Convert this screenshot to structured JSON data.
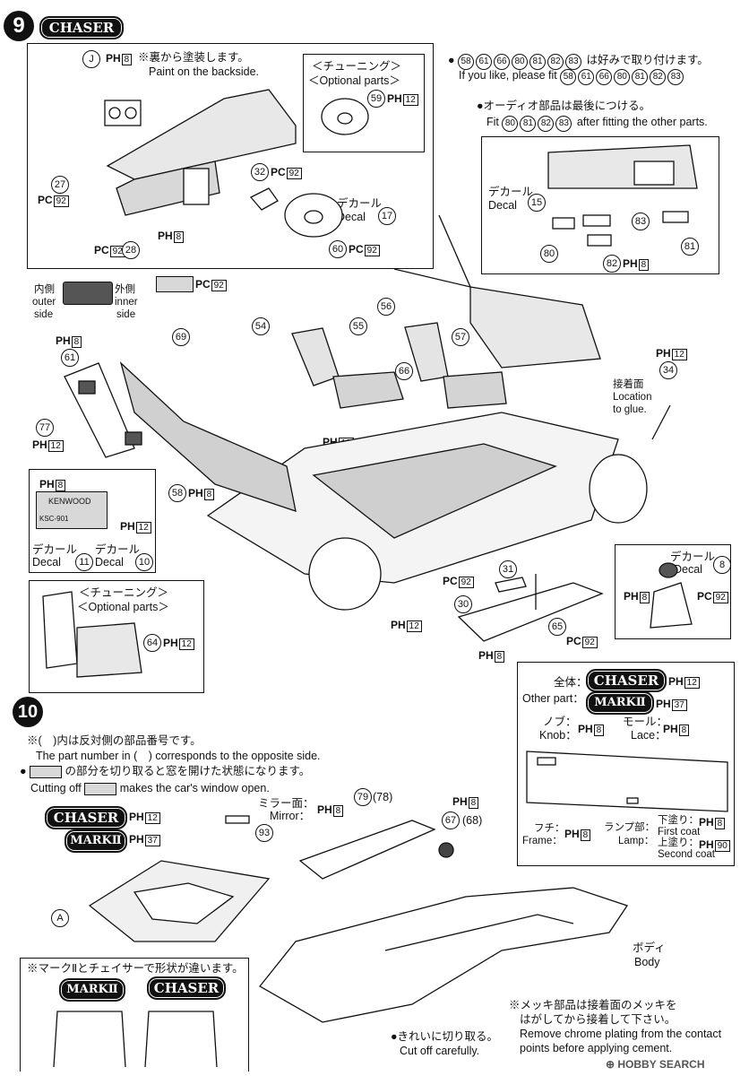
{
  "step9": {
    "number": "9",
    "badge": "CHASER",
    "dash_box": {
      "part_j": "J",
      "j_paint_code": "PH",
      "j_paint_num": "8",
      "note_ja": "※裏から塗装します。",
      "note_en": "Paint on the backside.",
      "part_27": "27",
      "paint_pc": "PC",
      "paint_92": "92",
      "part_28": "28",
      "paint_ph": "PH",
      "paint_8": "8",
      "part_32": "32",
      "part_60": "60",
      "decal_ja": "デカール",
      "decal_en": "Decal",
      "decal_num": "17",
      "optional_ja": "＜チューニング＞",
      "optional_en": "＜Optional parts＞",
      "part_59": "59",
      "paint_12": "12"
    },
    "fit_note": {
      "line1_ja": "は好みで取り付けます。",
      "line1_parts": [
        "58",
        "61",
        "66",
        "80",
        "81",
        "82",
        "83"
      ],
      "line2_en": "If you like, please fit",
      "audio_ja": "●オーディオ部品は最後につける。",
      "audio_en_pre": "Fit",
      "audio_parts": [
        "80",
        "81",
        "82",
        "83"
      ],
      "audio_en_post": "after fitting the other parts."
    },
    "audio_box": {
      "decal_ja": "デカール",
      "decal_en": "Decal",
      "decal_num": "15",
      "part_80": "80",
      "part_81": "81",
      "part_82": "82",
      "part_83": "83",
      "paint_ph": "PH",
      "paint_8": "8"
    },
    "legend": {
      "inside_ja": "内側",
      "outer_en": "outer",
      "side_en": "side",
      "outside_ja": "外側",
      "inner_en": "inner",
      "side2_en": "side",
      "swatch_paint": "PC",
      "swatch_num": "92"
    },
    "seats": {
      "part_54": "54",
      "part_55": "55",
      "part_56": "56",
      "part_57": "57",
      "part_66": "66",
      "part_69": "69",
      "part_61": "61",
      "part_77": "77",
      "part_58": "58",
      "part_34": "34",
      "glue_ja": "接着面",
      "glue_en1": "Location",
      "glue_en2": "to glue."
    },
    "kenwood": {
      "logo": "KENWOOD",
      "model": "KSC-901",
      "decal_ja": "デカール",
      "decal_en": "Decal",
      "decal_left": "11",
      "decal_right": "10"
    },
    "optional_seat": {
      "ja": "＜チューニング＞",
      "en": "＜Optional parts＞",
      "part": "64"
    },
    "console": {
      "part_31": "31",
      "part_30": "30",
      "part_65": "65",
      "decal_ja": "デカール",
      "decal_en": "Decal",
      "decal_num": "8"
    }
  },
  "step10": {
    "number": "10",
    "note1_ja": "※(　)内は反対側の部品番号です。",
    "note1_en": "The part number in (　) corresponds to the opposite side.",
    "note2_ja": "の部分を切り取ると窓を開けた状態になります。",
    "note2_en_pre": "Cutting off",
    "note2_en_post": "makes the car's window open.",
    "badge_chaser": "CHASER",
    "badge_mark": "MARKⅡ",
    "paint_12": "12",
    "paint_37": "37",
    "mirror_ja": "ミラー面：",
    "mirror_en": "Mirror：",
    "part_93": "93",
    "part_79": "79",
    "part_78": "(78)",
    "part_67": "67",
    "part_68": "(68)",
    "part_a": "A",
    "body_ja": "ボディ",
    "body_en": "Body",
    "shape_note": "※マークⅡとチェイサーで形状が違います。",
    "cut_ja": "●きれいに切り取る。",
    "cut_en": "Cut off carefully.",
    "chrome_ja1": "※メッキ部品は接着面のメッキを",
    "chrome_ja2": "はがしてから接着して下さい。",
    "chrome_en1": "Remove chrome plating from the contact",
    "chrome_en2": "points before applying cement.",
    "color_box": {
      "whole_ja": "全体：",
      "other_en": "Other part：",
      "knob_ja": "ノブ：",
      "knob_en": "Knob：",
      "lace_ja": "モール：",
      "lace_en": "Lace：",
      "frame_ja": "フチ：",
      "frame_en": "Frame：",
      "lamp_ja": "ランプ部：",
      "lamp_en": "Lamp：",
      "first_ja": "下塗り：",
      "first_en": "First coat",
      "second_ja": "上塗り：",
      "second_en": "Second coat",
      "paint_90": "90"
    }
  },
  "watermark": "HOBBY SEARCH",
  "colors": {
    "ink": "#111111",
    "swatch": "#d8d8d8"
  }
}
